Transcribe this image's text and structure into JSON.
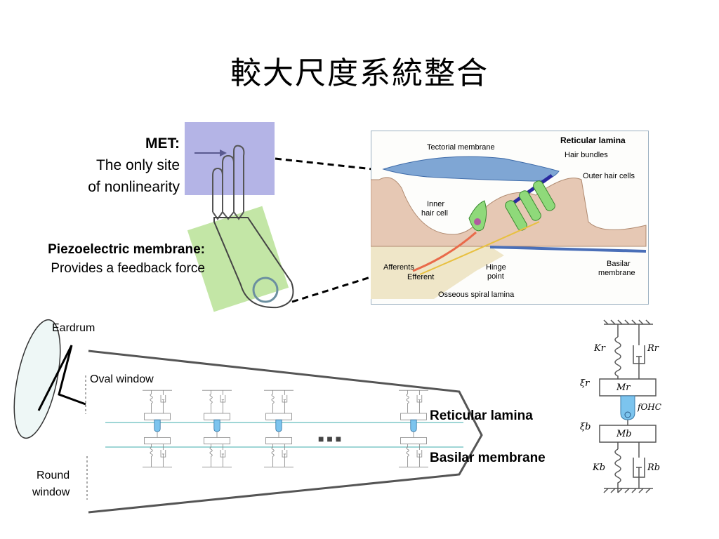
{
  "title": "較大尺度系統整合",
  "met": {
    "title": "MET:",
    "line1": "The only site",
    "line2": "of nonlinearity"
  },
  "piezo": {
    "title": "Piezoelectric membrane:",
    "desc": "Provides a feedback force"
  },
  "anatomy": {
    "reticular_lamina": "Reticular lamina",
    "tectorial_membrane": "Tectorial membrane",
    "hair_bundles": "Hair bundles",
    "outer_hair_cells": "Outer hair cells",
    "inner_hair_cell_1": "Inner",
    "inner_hair_cell_2": "hair cell",
    "afferents": "Afferents",
    "efferent": "Efferent",
    "hinge_1": "Hinge",
    "hinge_2": "point",
    "basilar_1": "Basilar",
    "basilar_2": "membrane",
    "osseous": "Osseous spiral lamina"
  },
  "cochlea": {
    "eardrum": "Eardrum",
    "oval_window": "Oval window",
    "round_window_1": "Round",
    "round_window_2": "window",
    "reticular_lamina": "Reticular lamina",
    "basilar_membrane": "Basilar membrane",
    "ellipsis": "■ ■ ■"
  },
  "model": {
    "kr": "Kr",
    "rr": "Rr",
    "xir": "ξr",
    "mr": "Mr",
    "fohc": "fOHC",
    "xib": "ξb",
    "mb": "Mb",
    "kb": "Kb",
    "rb": "Rb"
  },
  "colors": {
    "met_box": "#b4b4e6",
    "piezo_box": "#c3e6a6",
    "tectorial": "#7fa6d4",
    "hair_cells": "#8fd97a",
    "bundle": "#2a2aa0",
    "tissue": "#e6c8b4",
    "piston": "#7cc4ee"
  }
}
